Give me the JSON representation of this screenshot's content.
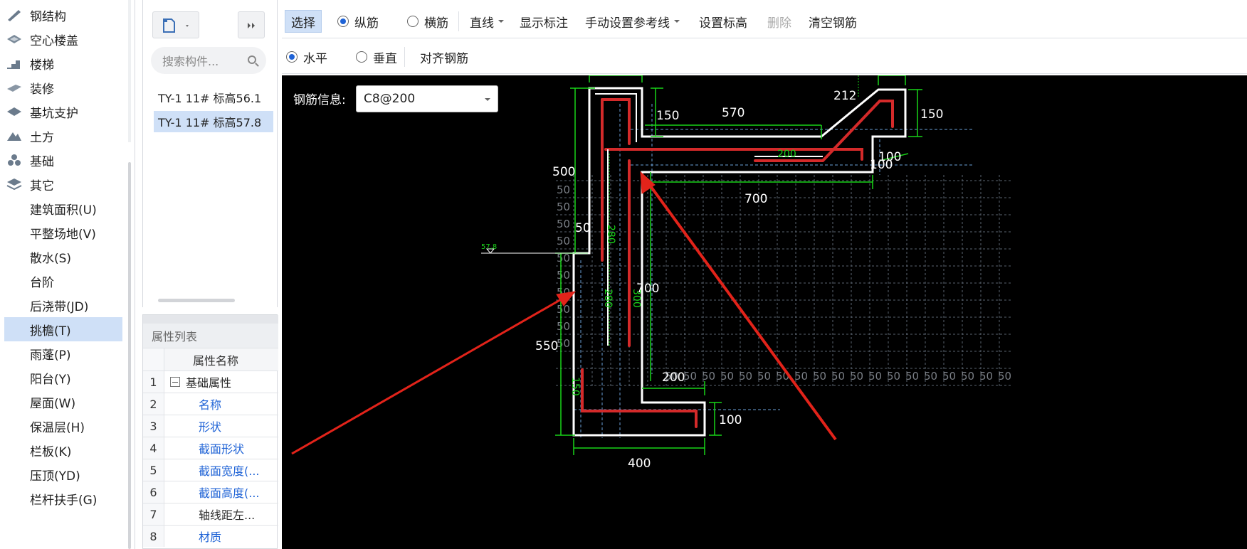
{
  "nav": {
    "items": [
      {
        "label": "钢结构",
        "icon": "steel-structure-icon"
      },
      {
        "label": "空心楼盖",
        "icon": "hollow-floor-icon"
      },
      {
        "label": "楼梯",
        "icon": "stairs-icon"
      },
      {
        "label": "装修",
        "icon": "decoration-icon"
      },
      {
        "label": "基坑支护",
        "icon": "pit-support-icon"
      },
      {
        "label": "土方",
        "icon": "earthwork-icon"
      },
      {
        "label": "基础",
        "icon": "foundation-icon"
      },
      {
        "label": "其它",
        "icon": "other-icon"
      },
      {
        "label": "建筑面积(U)"
      },
      {
        "label": "平整场地(V)"
      },
      {
        "label": "散水(S)"
      },
      {
        "label": "台阶"
      },
      {
        "label": "后浇带(JD)"
      },
      {
        "label": "挑檐(T)",
        "selected": true
      },
      {
        "label": "雨蓬(P)"
      },
      {
        "label": "阳台(Y)"
      },
      {
        "label": "屋面(W)"
      },
      {
        "label": "保温层(H)"
      },
      {
        "label": "栏板(K)"
      },
      {
        "label": "压顶(YD)"
      },
      {
        "label": "栏杆扶手(G)"
      }
    ]
  },
  "components": {
    "search_placeholder": "搜索构件...",
    "items": [
      {
        "label": "TY-1 11# 标高56.1"
      },
      {
        "label": "TY-1 11# 标高57.8",
        "selected": true
      }
    ]
  },
  "properties": {
    "title": "属性列表",
    "column": "属性名称",
    "rows": [
      {
        "num": "1",
        "name": "基础属性",
        "kind": "group"
      },
      {
        "num": "2",
        "name": "名称",
        "kind": "blue"
      },
      {
        "num": "3",
        "name": "形状",
        "kind": "blue"
      },
      {
        "num": "4",
        "name": "截面形状",
        "kind": "blue"
      },
      {
        "num": "5",
        "name": "截面宽度(...",
        "kind": "blue"
      },
      {
        "num": "6",
        "name": "截面高度(...",
        "kind": "blue"
      },
      {
        "num": "7",
        "name": "轴线距左...",
        "kind": "gray"
      },
      {
        "num": "8",
        "name": "材质",
        "kind": "blue"
      }
    ]
  },
  "toolbar": {
    "select": "选择",
    "longitudinal": "纵筋",
    "transverse": "横筋",
    "line_mode": "直线",
    "show_dims": "显示标注",
    "manual_ref": "手动设置参考线",
    "set_elev": "设置标高",
    "delete": "删除",
    "clear_rebar": "清空钢筋"
  },
  "toolbar2": {
    "horizontal": "水平",
    "vertical": "垂直",
    "align_rebar": "对齐钢筋"
  },
  "canvas": {
    "rebar_info_label": "钢筋信息:",
    "rebar_info_value": "C8@200",
    "elevation_mark": "57.8",
    "dims": {
      "d150a": "150",
      "d570": "570",
      "d212": "212",
      "d150b": "150",
      "d500": "500",
      "d100a": "100",
      "d100b": "100",
      "d700a": "700",
      "d50": "50",
      "d700b": "700",
      "d550": "550",
      "d200": "200",
      "d100c": "100",
      "d400": "400",
      "g280a": "280",
      "g280b": "280",
      "g300": "300",
      "g200": "200",
      "g150": "150",
      "grid": "50"
    }
  },
  "colors": {
    "accent": "#1f63d6",
    "selected_bg": "#cfe0f7",
    "rebar_red": "#d42a2a",
    "dim_green": "#19d419",
    "outline_white": "#ffffff",
    "arrow_red": "#e2231a"
  }
}
